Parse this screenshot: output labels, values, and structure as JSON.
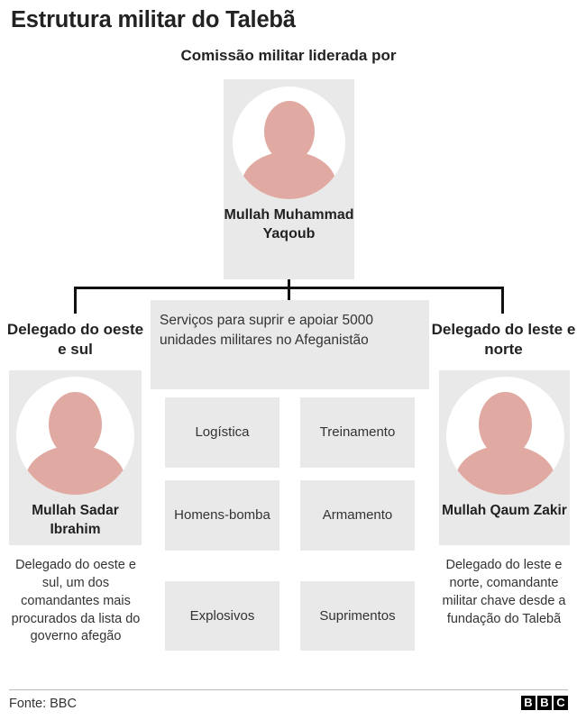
{
  "title": "Estrutura militar do Talebã",
  "subtitle": "Comissão militar liderada por",
  "colors": {
    "card_gray": "#e9e9e9",
    "avatar_pink": "#e0a9a2",
    "line_black": "#111111",
    "text": "#222222"
  },
  "leader": {
    "name": "Mullah Muhammad Yaqoub",
    "avatar": "person-silhouette"
  },
  "branches": {
    "left": {
      "heading": "Delegado do oeste e sul",
      "name": "Mullah Sadar Ibrahim",
      "description": "Delegado do oeste e sul, um dos comandantes mais procurados da lista do governo afegão",
      "avatar": "person-silhouette"
    },
    "right": {
      "heading": "Delegado do leste e norte",
      "name": "Mullah Qaum Zakir",
      "description": "Delegado do leste e norte, comandante militar chave desde a fundação do Talebã",
      "avatar": "person-silhouette"
    }
  },
  "services": {
    "header": "Serviços para suprir e apoiar 5000 unidades militares no Afeganistão",
    "items": [
      "Logística",
      "Treinamento",
      "Homens-bomba",
      "Armamento",
      "Explosivos",
      "Suprimentos"
    ]
  },
  "footer": {
    "source": "Fonte: BBC",
    "logo_letters": [
      "B",
      "B",
      "C"
    ]
  }
}
